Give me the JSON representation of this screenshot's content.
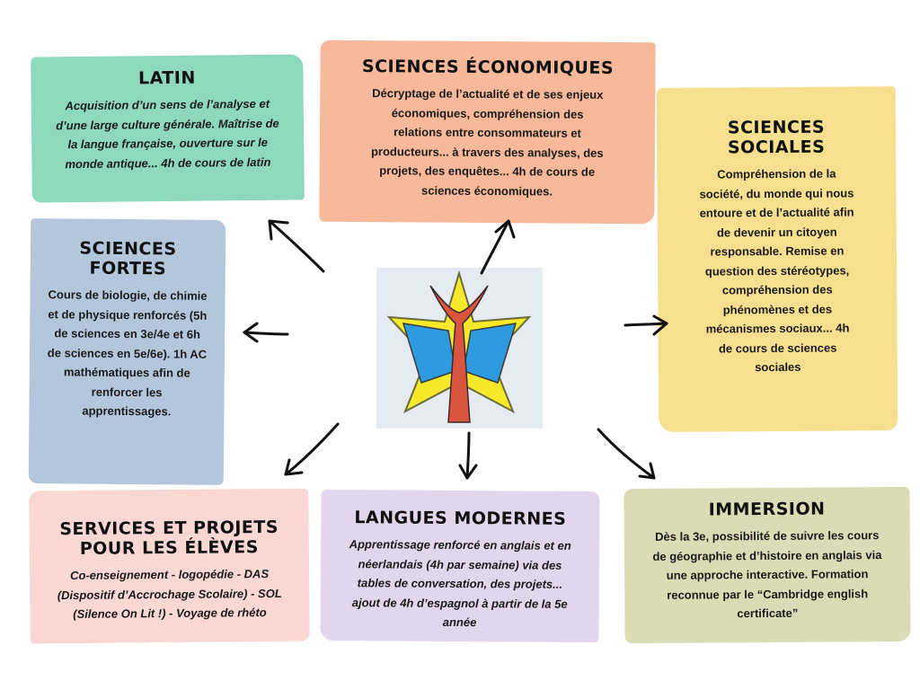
{
  "colors": {
    "latin": "#8ed9bd",
    "sciences_economiques": "#f7b99a",
    "sciences_sociales": "#f6df8e",
    "sciences_fortes": "#b4c6dc",
    "services": "#f9d8d4",
    "langues": "#e2d6ed",
    "immersion": "#d9dcb5",
    "logo_yellow": "#f6e82a",
    "logo_blue": "#2e9be0",
    "logo_red": "#d9553f"
  },
  "center": {
    "icon": "star-cross-emblem-icon"
  },
  "cards": {
    "latin": {
      "title": "LATIN",
      "body": "Acquisition d’un sens de l’analyse et d’une large culture générale. Maîtrise de la langue française, ouverture sur le monde antique... 4h de cours de latin"
    },
    "sciences_economiques": {
      "title": "SCIENCES ÉCONOMIQUES",
      "body": "Décryptage de l’actualité et de ses enjeux économiques, compréhension des relations entre consommateurs et producteurs... à travers des analyses, des projets, des enquêtes... 4h de cours de sciences économiques."
    },
    "sciences_sociales": {
      "title_line1": "SCIENCES",
      "title_line2": "SOCIALES",
      "body": "Compréhension de la société, du monde qui nous entoure et de l’actualité afin de devenir un citoyen responsable. Remise en question des stéréotypes, compréhension des phénomènes et des mécanismes sociaux... 4h de cours de sciences sociales"
    },
    "sciences_fortes": {
      "title_line1": "SCIENCES",
      "title_line2": "FORTES",
      "body": "Cours de biologie, de chimie et de physique renforcés (5h de sciences en 3e/4e et 6h de sciences en 5e/6e). 1h AC mathématiques afin de renforcer les apprentissages."
    },
    "services": {
      "title_line1": "SERVICES ET PROJETS",
      "title_line2": "POUR LES ÉLÈVES",
      "body": "Co-enseignement - logopédie - DAS (Dispositif d’Accrochage Scolaire) - SOL (Silence On Lit !) - Voyage de rhéto"
    },
    "langues": {
      "title": "LANGUES MODERNES",
      "body": "Apprentissage renforcé en anglais et en néerlandais (4h par semaine) via des tables de conversation, des projets... ajout de 4h d’espagnol à partir de la 5e année"
    },
    "immersion": {
      "title": "IMMERSION",
      "body": "Dès la 3e, possibilité de suivre les cours de géographie et d’histoire en anglais via une approche interactive. Formation reconnue par le “Cambridge english certificate”"
    }
  }
}
